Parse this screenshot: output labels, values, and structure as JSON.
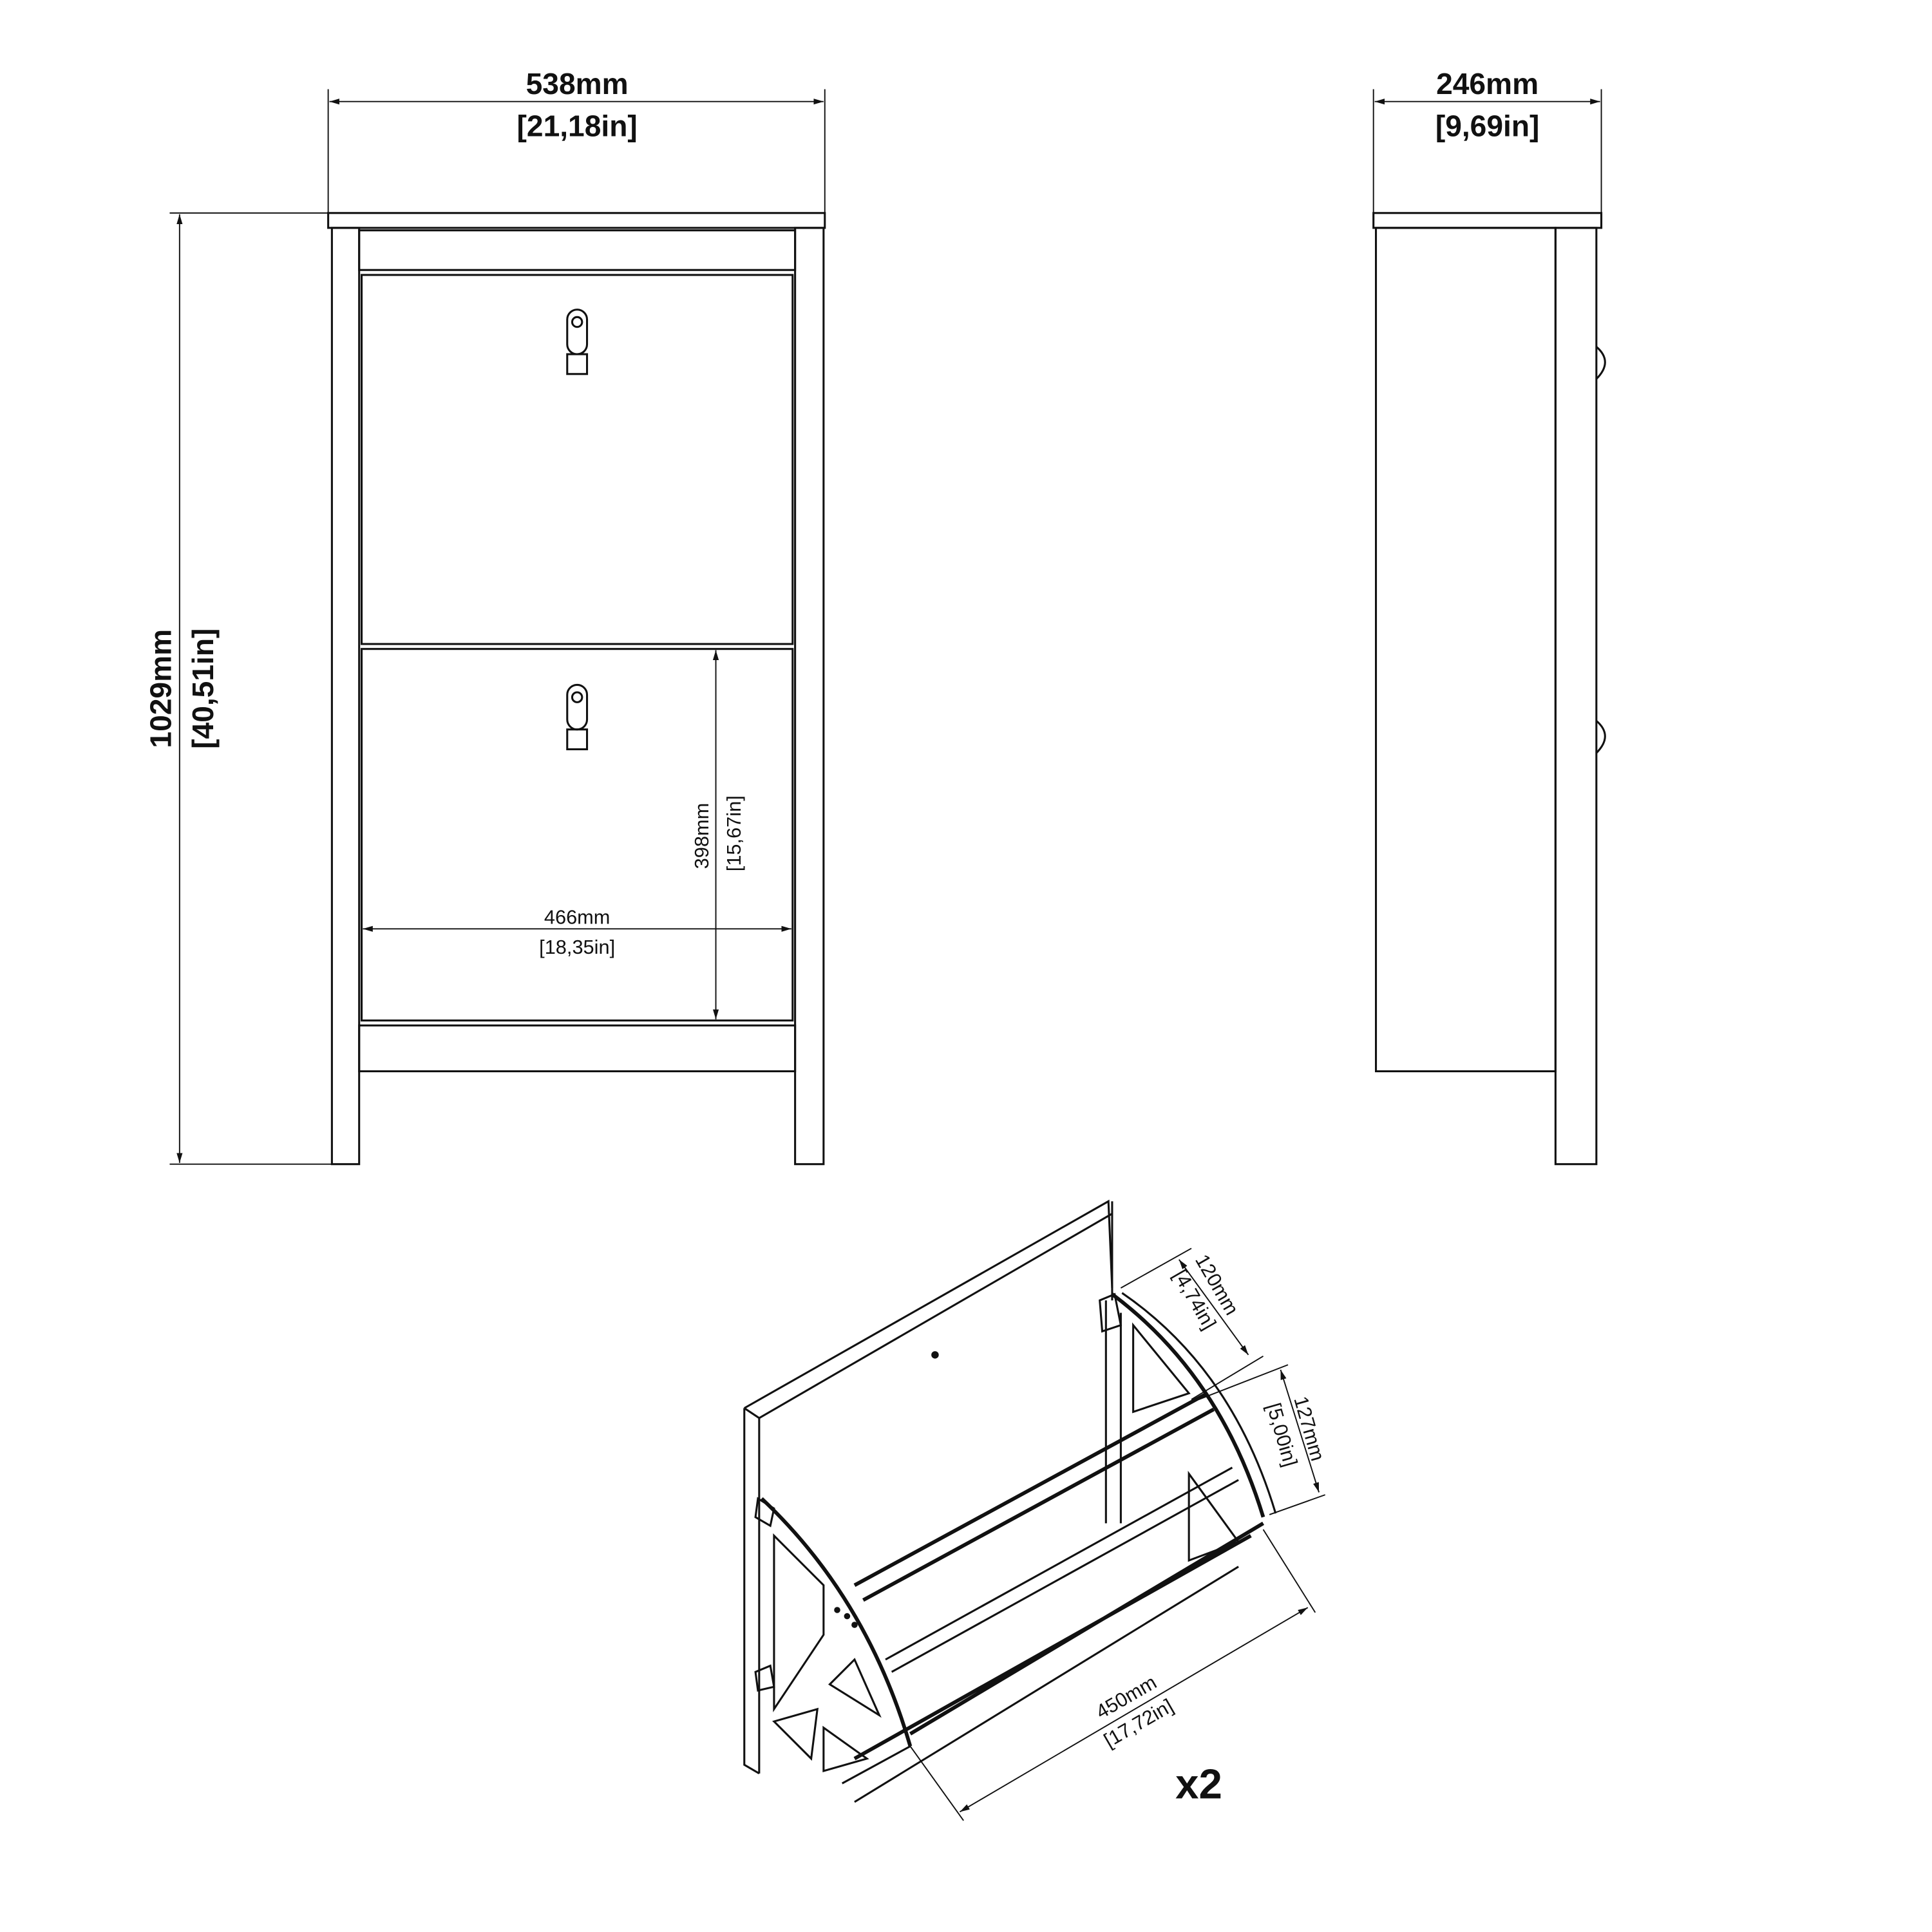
{
  "front_view": {
    "width_mm": "538mm",
    "width_in": "[21,18in]",
    "height_mm": "1029mm",
    "height_in": "[40,51in]",
    "inner_width_mm": "466mm",
    "inner_width_in": "[18,35in]",
    "compartment_height_mm": "398mm",
    "compartment_height_in": "[15,67in]"
  },
  "side_view": {
    "depth_mm": "246mm",
    "depth_in": "[9,69in]"
  },
  "shoe_compartment": {
    "hinge_depth_mm": "120mm",
    "hinge_depth_in": "[4,74in]",
    "bin_depth_mm": "127mm",
    "bin_depth_in": "[5,00in]",
    "bin_width_mm": "450mm",
    "bin_width_in": "[17,72in]",
    "quantity": "x2"
  },
  "colors": {
    "line": "#111111",
    "background": "#ffffff"
  }
}
